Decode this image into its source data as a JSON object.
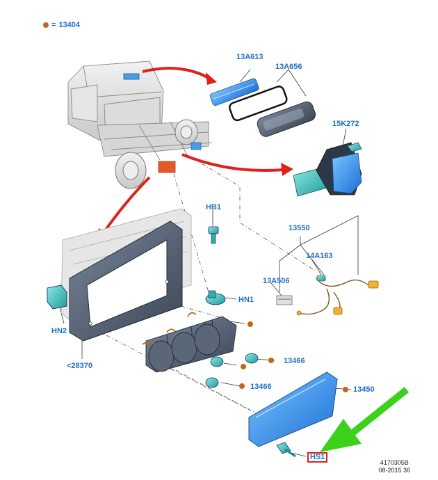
{
  "legend": {
    "symbol": "=",
    "part": "13404",
    "dot_color": "#c0671b"
  },
  "labels": {
    "p13A613": "13A613",
    "p13A656": "13A656",
    "p15K272": "15K272",
    "pHB1": "HB1",
    "p13550": "13550",
    "p14A163": "14A163",
    "p13A506": "13A506",
    "pHN1": "HN1",
    "pHN2": "HN2",
    "p28370": "<28370",
    "p13466a": "13466",
    "p13466b": "13466",
    "p13450": "13450",
    "pHS1": "HS1"
  },
  "footer": {
    "code": "4170305B",
    "date": "08-2015 36"
  },
  "colors": {
    "label_blue": "#1f6fc5",
    "arrow_red": "#e0201b",
    "arrow_green": "#3cd11b",
    "part_blue": "#3b8ee6",
    "part_teal": "#2bb3b3",
    "bracket_slate": "#4a5d73",
    "dot_orange": "#c0671b"
  }
}
